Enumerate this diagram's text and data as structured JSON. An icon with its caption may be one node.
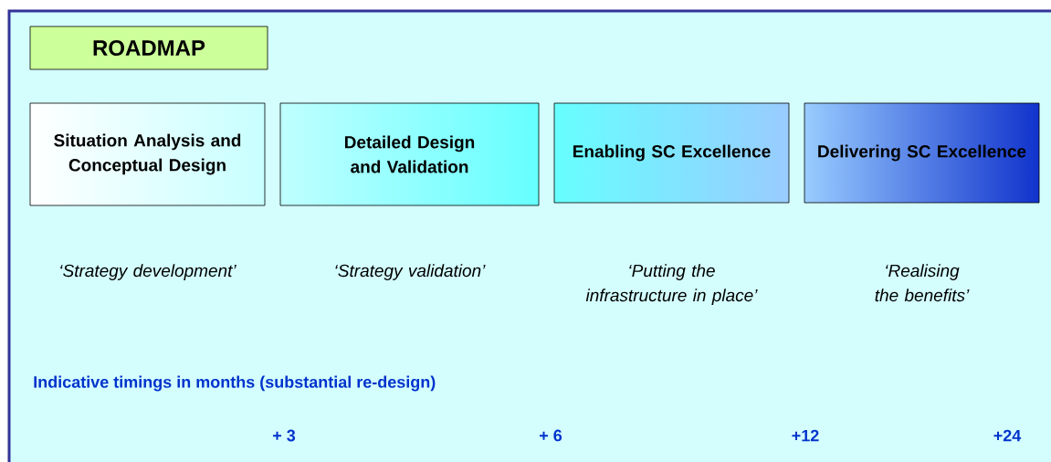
{
  "diagram": {
    "nodes": [
      {
        "text": [
          "ROADMAP"
        ]
      },
      {
        "text": [
          "Situation Analysis and Conceptual Design"
        ],
        "beside": [
          "‘Strategy development’"
        ]
      },
      {
        "text": [
          "Detailed Design and Validation"
        ],
        "beside": [
          "‘Strategy validation’"
        ]
      },
      {
        "text": [
          "Enabling SC Excellence"
        ],
        "beside": [
          "‘Putting the infrastructure in place’"
        ]
      },
      {
        "text": [
          "Delivering SC Excellence"
        ],
        "beside": [
          "‘Realising the benefits’"
        ]
      }
    ],
    "labels": [
      "Indicative timings in months (substantial re-design)",
      "+ 3",
      "+ 6",
      "+12",
      "+24"
    ]
  }
}
